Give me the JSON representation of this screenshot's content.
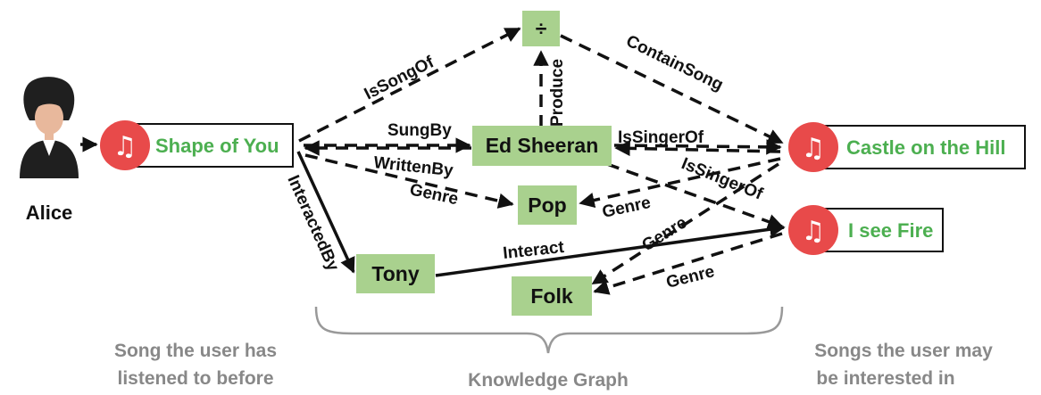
{
  "user": {
    "name": "Alice"
  },
  "songs": {
    "history": "Shape of You",
    "rec1": "Castle on the Hill",
    "rec2": "I see Fire"
  },
  "entities": {
    "divide": "÷",
    "ed": "Ed Sheeran",
    "pop": "Pop",
    "tony": "Tony",
    "folk": "Folk"
  },
  "relations": {
    "issongof": "IsSongOf",
    "produce": "Produce",
    "containsong": "ContainSong",
    "sungby": "SungBy",
    "writtenby": "WrittenBy",
    "issingerof1": "IsSingerOf",
    "issingerof2": "IsSingerOf",
    "genre_pop_left": "Genre",
    "genre_pop_right": "Genre",
    "genre_folk_upper": "Genre",
    "genre_folk_lower": "Genre",
    "interactedby": "InteractedBy",
    "interact": "Interact"
  },
  "captions": {
    "left_line1": "Song the user has",
    "left_line2": "listened to before",
    "middle": "Knowledge Graph",
    "right_line1": "Songs the user may",
    "right_line2": "be interested in"
  },
  "colors": {
    "song_icon": "#e84a4a",
    "entity_fill": "#a9d18e",
    "song_text": "#4caf50",
    "caption": "#888888"
  }
}
